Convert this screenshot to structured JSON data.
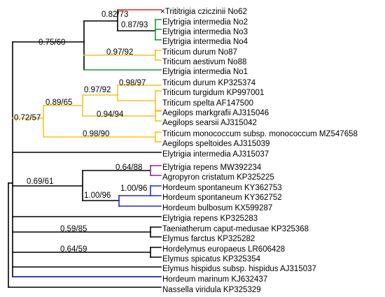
{
  "colors": {
    "default": "#000000",
    "red": "#e8232a",
    "green": "#1a9a3c",
    "yellow": "#f5c320",
    "purple": "#8e2a8e",
    "blue": "#1f2fc8"
  },
  "taxa": [
    {
      "label": "×Trititrigia cziczinii No62"
    },
    {
      "label": "Elytrigia intermedia No2"
    },
    {
      "label": "Elytrigia intermedia No3"
    },
    {
      "label": "Elytrigia intermedia No4"
    },
    {
      "label": "Triticum durum No87"
    },
    {
      "label": "Triticum aestivum No88"
    },
    {
      "label": "Elytrigia intermedia No1"
    },
    {
      "label": "Triticum durum KP325374"
    },
    {
      "label": "Triticum turgidum KP997001"
    },
    {
      "label": "Triticum spelta AF147500"
    },
    {
      "label": "Aegilops markgrafii AJ315046"
    },
    {
      "label": "Aegilops searsii AJ315042"
    },
    {
      "label": "Triticum monococcum subsp. monococcum MZ547658"
    },
    {
      "label": "Aegilops speltoides AJ315039"
    },
    {
      "label": "Elytrigia intermedia AJ315037"
    },
    {
      "label": "Elytrigia repens MW392234"
    },
    {
      "label": "Agropyron cristatum KP325225"
    },
    {
      "label": "Hordeum spontaneum KY362753"
    },
    {
      "label": "Hordeum spontaneum KY362752"
    },
    {
      "label": "Hordeum bulbosum KX599287"
    },
    {
      "label": "Elytrigia repens KP325283"
    },
    {
      "label": "Taeniatherum caput-medusae KP325368"
    },
    {
      "label": "Elymus farctus KP325282"
    },
    {
      "label": "Hordelymus europaeus LR606428"
    },
    {
      "label": "Elymus spicatus KP325354"
    },
    {
      "label": "Elymus hispidus subsp. hispidus AJ315037"
    },
    {
      "label": "Hordeum marinum KJ632437"
    },
    {
      "label": "Nassella viridula KP325329"
    }
  ],
  "support_values": [
    {
      "label": "0.82/73"
    },
    {
      "label": "0.87/93"
    },
    {
      "label": "0.75/60"
    },
    {
      "label": "0.97/92"
    },
    {
      "label": "0.98/97"
    },
    {
      "label": "0.97/92"
    },
    {
      "label": "0.89/65"
    },
    {
      "label": "0.94/94"
    },
    {
      "label": "0.72/57"
    },
    {
      "label": "0.98/90"
    },
    {
      "label": "0.64/88"
    },
    {
      "label": "0.69/61"
    },
    {
      "label": "1.00/96"
    },
    {
      "label": "1.00/96"
    },
    {
      "label": "0.59/85"
    },
    {
      "label": "0.64/59"
    }
  ]
}
